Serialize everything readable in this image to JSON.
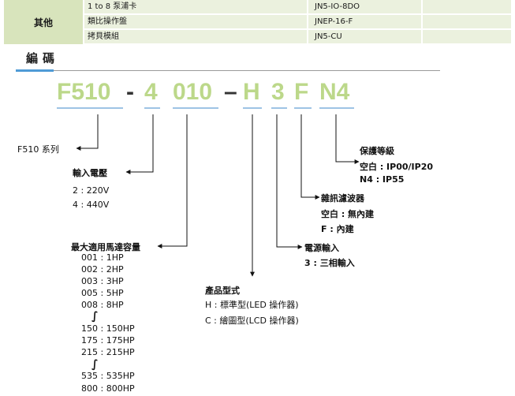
{
  "table": {
    "category": "其他",
    "rows": [
      {
        "name": "1 to 8 泵浦卡",
        "model": "JN5-IO-8DO"
      },
      {
        "name": "類比操作盤",
        "model": "JNEP-16-F"
      },
      {
        "name": "拷貝模組",
        "model": "JN5-CU"
      }
    ]
  },
  "section_title": "編碼",
  "code": {
    "parts": [
      "F510",
      "-",
      "4",
      "010",
      "–",
      "H",
      "3",
      "F",
      "N4"
    ]
  },
  "series_label": "F510 系列",
  "voltage": {
    "title": "輸入電壓",
    "items": [
      "2 : 220V",
      "4 : 440V"
    ]
  },
  "motor": {
    "title": "最大適用馬達容量",
    "items_a": [
      "001 : 1HP",
      "002 : 2HP",
      "003 : 3HP",
      "005 : 5HP",
      "008 : 8HP"
    ],
    "items_b": [
      "150 : 150HP",
      "175 : 175HP",
      "215 : 215HP"
    ],
    "items_c": [
      "535 : 535HP",
      "800 : 800HP"
    ],
    "ellipsis": "∫"
  },
  "protection": {
    "title": "保護等級",
    "items": [
      "空白 : IP00/IP20",
      "N4 : IP55"
    ]
  },
  "filter": {
    "title": "雜訊濾波器",
    "items": [
      "空白 : 無內建",
      "F : 內建"
    ]
  },
  "power": {
    "title": "電源輸入",
    "items": [
      "3 : 三相輸入"
    ]
  },
  "product": {
    "title": "產品型式",
    "items": [
      "H : 標準型(LED 操作器)",
      "C : 繪圖型(LCD 操作器)"
    ]
  }
}
